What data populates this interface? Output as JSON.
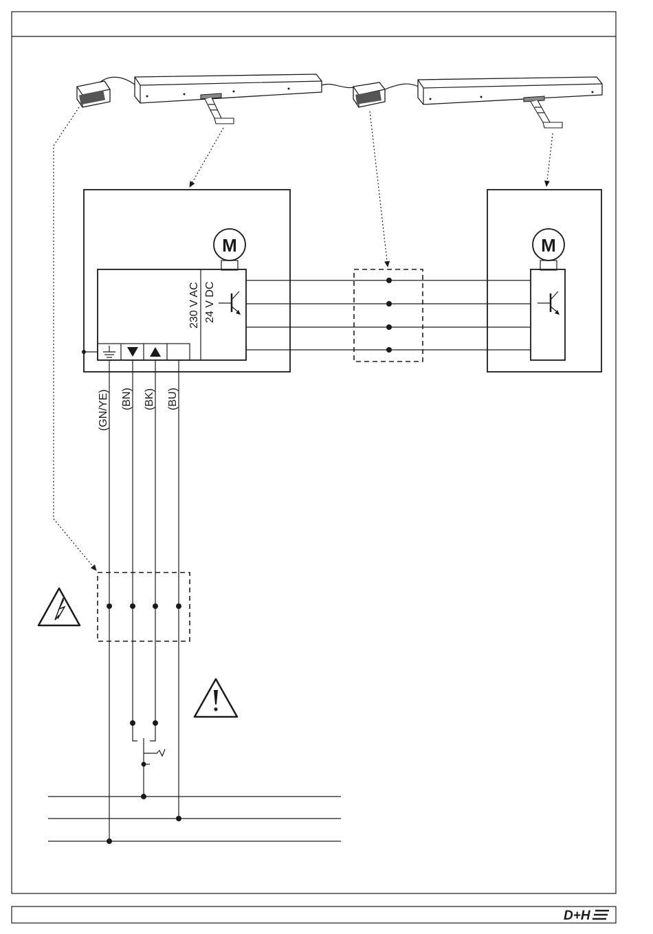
{
  "diagram": {
    "voltage_label_ac": "230 V AC",
    "voltage_label_dc": "24 V DC",
    "motor_label": "M",
    "wire_labels": [
      "(GN/YE)",
      "(BN)",
      "(BK)",
      "(BU)"
    ],
    "logo_text": "D+H"
  }
}
